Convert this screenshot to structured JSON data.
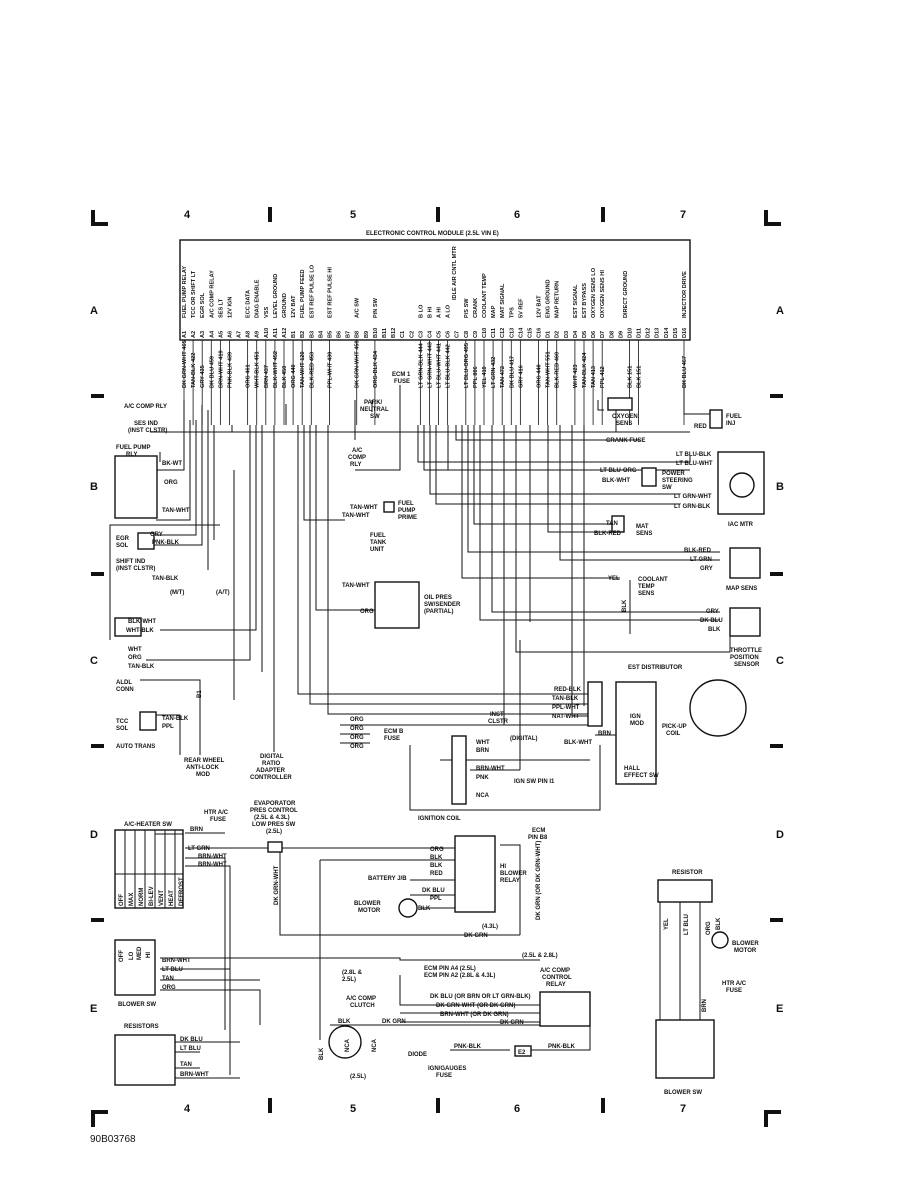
{
  "ecm": {
    "title": "ELECTRONIC CONTROL MODULE (2.5L VIN E)",
    "pins": [
      {
        "pin": "A1",
        "func": "FUEL PUMP RELAY",
        "wire": "DK GRN-WHT 465"
      },
      {
        "pin": "A2",
        "func": "TCC OR SHIFT LT",
        "wire": "TAN-BLK 422"
      },
      {
        "pin": "A3",
        "func": "EGR SOL",
        "wire": "GRY 435"
      },
      {
        "pin": "A4",
        "func": "A/C COMP RELAY",
        "wire": "DK BLU 459"
      },
      {
        "pin": "A5",
        "func": "SES LT",
        "wire": "BRN-WHT 419"
      },
      {
        "pin": "A6",
        "func": "12V IGN",
        "wire": "PNK-BLK 439"
      },
      {
        "pin": "A7",
        "func": "",
        "wire": ""
      },
      {
        "pin": "A8",
        "func": "ECC DATA",
        "wire": "ORG 461"
      },
      {
        "pin": "A9",
        "func": "DIAG ENABLE",
        "wire": "WHT-BLK 451"
      },
      {
        "pin": "A10",
        "func": "VSS",
        "wire": "BRN 437"
      },
      {
        "pin": "A11",
        "func": "LEVEL GROUND",
        "wire": "BLK-WHT 452"
      },
      {
        "pin": "A12",
        "func": "GROUND",
        "wire": "BLK 450"
      },
      {
        "pin": "B1",
        "func": "12V BAT",
        "wire": "ORG 440"
      },
      {
        "pin": "B2",
        "func": "FUEL PUMP FEED",
        "wire": "TAN-WHT 120"
      },
      {
        "pin": "B3",
        "func": "EST REF PULSE LO",
        "wire": "BLK-RED 453"
      },
      {
        "pin": "B4",
        "func": "",
        "wire": ""
      },
      {
        "pin": "B5",
        "func": "EST REF PULSE HI",
        "wire": "PPL-WHT 430"
      },
      {
        "pin": "B6",
        "func": "",
        "wire": ""
      },
      {
        "pin": "B7",
        "func": "",
        "wire": ""
      },
      {
        "pin": "B8",
        "func": "A/C SW",
        "wire": "DK GRN-WHT 459"
      },
      {
        "pin": "B9",
        "func": "",
        "wire": ""
      },
      {
        "pin": "B10",
        "func": "P/N SW",
        "wire": "ORG-BLK 434"
      },
      {
        "pin": "B11",
        "func": "",
        "wire": ""
      },
      {
        "pin": "B12",
        "func": "",
        "wire": ""
      },
      {
        "pin": "C1",
        "func": "",
        "wire": ""
      },
      {
        "pin": "C2",
        "func": "",
        "wire": ""
      },
      {
        "pin": "C3",
        "func": "B LO",
        "wire": "LT GRN-BLK 444"
      },
      {
        "pin": "C4",
        "func": "B HI",
        "wire": "LT GRN-WHT 443"
      },
      {
        "pin": "C5",
        "func": "A HI",
        "wire": "LT BLU-WHT 441"
      },
      {
        "pin": "C6",
        "func": "A LO",
        "wire": "LT BLU-BLK 442"
      },
      {
        "pin": "C7",
        "func": "",
        "wire": ""
      },
      {
        "pin": "C8",
        "func": "P/S SW",
        "wire": "LT BLU-ORG 495"
      },
      {
        "pin": "C9",
        "func": "CRANK",
        "wire": "PPL 806"
      },
      {
        "pin": "C10",
        "func": "COOLANT TEMP",
        "wire": "YEL 410"
      },
      {
        "pin": "C11",
        "func": "MAP",
        "wire": "LT GRN 432"
      },
      {
        "pin": "C12",
        "func": "MAT SIGNAL",
        "wire": "TAN 472"
      },
      {
        "pin": "C13",
        "func": "TPS",
        "wire": "DK BLU 417"
      },
      {
        "pin": "C14",
        "func": "5V REF",
        "wire": "GRY 416"
      },
      {
        "pin": "C15",
        "func": "",
        "wire": ""
      },
      {
        "pin": "C16",
        "func": "12V BAT",
        "wire": "ORG 440"
      },
      {
        "pin": "D1",
        "func": "ENG GROUND",
        "wire": "TAN-WHT 551"
      },
      {
        "pin": "D2",
        "func": "MAP RETURN",
        "wire": "BLK-RED 469"
      },
      {
        "pin": "D3",
        "func": "",
        "wire": ""
      },
      {
        "pin": "D4",
        "func": "EST SIGNAL",
        "wire": "WHT 423"
      },
      {
        "pin": "D5",
        "func": "EST BYPASS",
        "wire": "TAN-BLK 424"
      },
      {
        "pin": "D6",
        "func": "OXYGEN SENS LO",
        "wire": "TAN 413"
      },
      {
        "pin": "D7",
        "func": "OXYGEN SENS HI",
        "wire": "PPL 412"
      },
      {
        "pin": "D8",
        "func": "",
        "wire": ""
      },
      {
        "pin": "D9",
        "func": "",
        "wire": ""
      },
      {
        "pin": "D10",
        "func": "",
        "wire": "BLK 151"
      },
      {
        "pin": "D11",
        "func": "",
        "wire": "BLK 151"
      },
      {
        "pin": "D12",
        "func": "",
        "wire": ""
      },
      {
        "pin": "D13",
        "func": "",
        "wire": ""
      },
      {
        "pin": "D14",
        "func": "",
        "wire": ""
      },
      {
        "pin": "D15",
        "func": "",
        "wire": ""
      },
      {
        "pin": "D16",
        "func": "INJECTOR DRIVE",
        "wire": "DK BLU 467"
      }
    ],
    "group_iac": "IDLE AIR CNTL MTR",
    "group_ground": "DIRECT GROUND"
  },
  "grid": {
    "cols": [
      "4",
      "5",
      "6",
      "7"
    ],
    "rows": [
      "A",
      "B",
      "C",
      "D",
      "E"
    ]
  },
  "labels": {
    "ac_comp_rly": "A/C COMP RLY",
    "ses_ind": "SES IND",
    "ses_ind_sub": "(INST CLSTR)",
    "fuel_pump_rly": "FUEL PUMP",
    "fuel_pump_rly_sub": "RLY",
    "bk_wt": "BK-WT",
    "org": "ORG",
    "tan_wht": "TAN-WHT",
    "egr_sol": "EGR",
    "egr_sol_sub": "SOL",
    "gry": "GRY",
    "pnk_blk": "PNK-BLK",
    "shift_ind": "SHIFT IND",
    "shift_ind_sub": "(INST CLSTR)",
    "tan_blk": "TAN-BLK",
    "mt": "(M/T)",
    "at": "(A/T)",
    "blk_wht": "BLK-WHT",
    "wht_blk": "WHT-BLK",
    "wht": "WHT",
    "aldl": "ALDL",
    "aldl_sub": "CONN",
    "tcc_sol": "TCC",
    "tcc_sol_sub": "SOL",
    "ppl": "PPL",
    "auto_trans": "AUTO TRANS",
    "rear_wheel": "REAR WHEEL",
    "rear_wheel_2": "ANTI-LOCK",
    "rear_wheel_3": "MOD",
    "digital_ratio": "DIGITAL",
    "digital_ratio_2": "RATIO",
    "digital_ratio_3": "ADAPTER",
    "digital_ratio_4": "CONTROLLER",
    "ecm1_fuse": "ECM 1",
    "ecm1_fuse_sub": "FUSE",
    "park_neutral": "PARK/",
    "park_neutral_2": "NEUTRAL",
    "park_neutral_3": "SW",
    "ac_comp_rly2": "A/C",
    "ac_comp_rly2_b": "COMP",
    "ac_comp_rly2_c": "RLY",
    "fuel_pump_prime": "FUEL",
    "fuel_pump_prime_2": "PUMP",
    "fuel_pump_prime_3": "PRIME",
    "fuel_tank": "FUEL",
    "fuel_tank_2": "TANK",
    "fuel_tank_3": "UNIT",
    "oil_pres": "OIL PRES",
    "oil_pres_2": "SW/SENDER",
    "oil_pres_3": "(PARTIAL)",
    "ecm_b_fuse": "ECM B",
    "ecm_b_fuse_2": "FUSE",
    "oxygen_sens": "OXYGEN",
    "oxygen_sens_2": "SENS",
    "fuel_inj": "FUEL",
    "fuel_inj_2": "INJ",
    "red": "RED",
    "crank_fuse": "CRANK FUSE",
    "lt_blu_blk": "LT BLU-BLK",
    "lt_blu_wht": "LT BLU-WHT",
    "lt_blu_org": "LT BLU-ORG",
    "power_steering": "POWER",
    "power_steering_2": "STEERING",
    "power_steering_3": "SW",
    "lt_grn_wht": "LT GRN-WHT",
    "lt_grn_blk": "LT GRN-BLK",
    "iac_mtr": "IAC MTR",
    "tan": "TAN",
    "blk_red": "BLK-RED",
    "mat_sens": "MAT",
    "mat_sens_2": "SENS",
    "lt_grn": "LT GRN",
    "map_sens": "MAP SENS",
    "yel": "YEL",
    "coolant_temp": "COOLANT",
    "coolant_temp_2": "TEMP",
    "coolant_temp_3": "SENS",
    "blk": "BLK",
    "dk_blu": "DK BLU",
    "throttle_pos": "THROTTLE",
    "throttle_pos_2": "POSITION",
    "throttle_pos_3": "SENSOR",
    "est_distributor": "EST DISTRIBUTOR",
    "red_blk": "RED-BLK",
    "tan_blk2": "TAN-BLK",
    "ppl_wht": "PPL-WHT",
    "nat_wht": "NAT-WHT",
    "ign_mod": "IGN",
    "ign_mod_2": "MOD",
    "pickup_coil": "PICK-UP",
    "pickup_coil_2": "COIL",
    "hall_effect": "HALL",
    "hall_effect_2": "EFFECT SW",
    "inst_clstr": "INST",
    "inst_clstr_2": "CLSTR",
    "digital": "(DIGITAL)",
    "brn": "BRN",
    "brn_wht": "BRN-WHT",
    "pnk": "PNK",
    "ign_sw_pin": "IGN SW PIN I1",
    "nca": "NCA",
    "ignition_coil": "IGNITION COIL",
    "ac_heater_sw": "A/C-HEATER SW",
    "htr_ac_fuse": "HTR A/C",
    "htr_ac_fuse_2": "FUSE",
    "evap": "EVAPORATOR",
    "evap_2": "PRES CONTROL",
    "evap_3": "(2.5L & 4.3L)",
    "evap_4": "LOW PRES SW",
    "evap_5": "(2.5L)",
    "dk_grn_wht": "DK GRN-WHT",
    "sw_modes": [
      "OFF",
      "MAX",
      "NORM",
      "BI-LEV",
      "VENT",
      "HEAT",
      "DEFROST"
    ],
    "ecm_pin_b8": "ECM",
    "ecm_pin_b8_2": "PIN B8",
    "battery_jb": "BATTERY J/B",
    "hi_blower": "HI",
    "hi_blower_2": "BLOWER",
    "hi_blower_3": "RELAY",
    "blower_motor": "BLOWER",
    "blower_motor_2": "MOTOR",
    "dk_grn_or": "DK GRN (OR DK GRN-WHT)",
    "l43": "(4.3L)",
    "dk_grn": "DK GRN",
    "l25_28": "(2.5L & 2.8L)",
    "blower_sw_modes": [
      "OFF",
      "LO",
      "MED",
      "HI"
    ],
    "blower_sw": "BLOWER SW",
    "lt_blu": "LT BLU",
    "ecm_pin_a4": "ECM PIN A4 (2.5L)",
    "ecm_pin_a2": "ECM PIN A2 (2.8L & 4.3L)",
    "ac_comp_ctrl": "A/C COMP",
    "ac_comp_ctrl_2": "CONTROL",
    "ac_comp_ctrl_3": "RELAY",
    "dk_blu_or": "DK BLU (OR BRN OR LT GRN-BLK)",
    "dk_grn_wht_or": "DK GRN-WHT (OR DK GRN)",
    "brn_wht_or": "BRN-WHT (OR DK GRN)",
    "l25_25": "(2.8L &",
    "l25_25b": "2.5L)",
    "ac_clutch": "A/C COMP",
    "ac_clutch_2": "CLUTCH",
    "diode": "DIODE",
    "l25": "(2.5L)",
    "resistors": "RESISTORS",
    "ign_gauges": "IGN/GAUGES",
    "ign_gauges_2": "FUSE",
    "e2": "E2",
    "resistor": "RESISTOR",
    "blower_motor_r": "BLOWER",
    "blower_motor_r_2": "MOTOR",
    "htr_ac_fuse_r": "HTR A/C",
    "htr_ac_fuse_r_2": "FUSE",
    "blower_sw_r": "BLOWER SW",
    "ecm_b": "ECM B",
    "b1": "B1"
  },
  "footer": {
    "code": "90B03768"
  }
}
